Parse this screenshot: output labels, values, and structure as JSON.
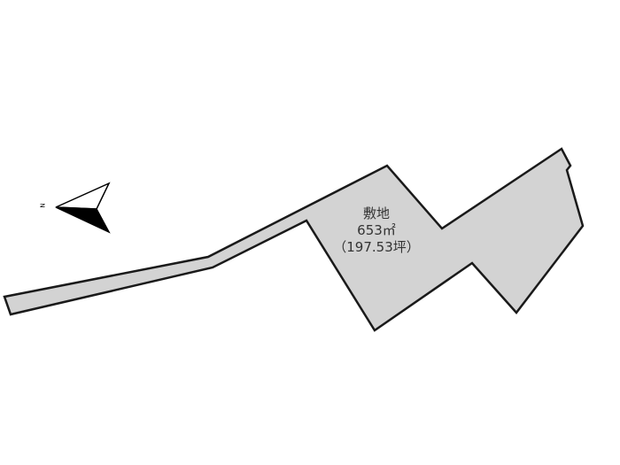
{
  "site": {
    "title": "敷地",
    "area_sqm": "653㎡",
    "area_tsubo": "（197.53坪）",
    "fill_color": "#d3d3d3",
    "stroke_color": "#1a1a1a"
  },
  "compass": {
    "label": "N",
    "icon": "north-arrow-icon"
  }
}
